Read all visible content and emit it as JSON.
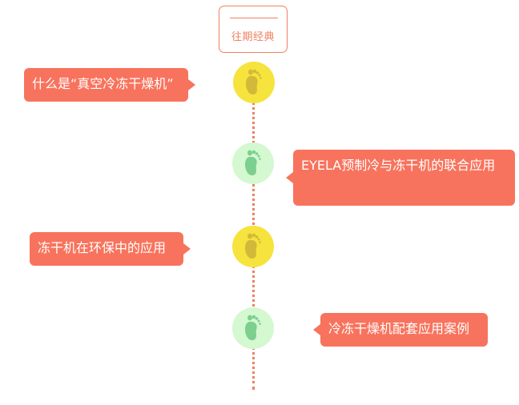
{
  "header": {
    "title": "往期经典"
  },
  "colors": {
    "accent": "#f08060",
    "bubble": "#f8735d",
    "node_yellow": "#f6e33d",
    "node_green": "#d4f8d0",
    "foot_yellow": "#d2b93a",
    "foot_green": "#7ccf8e"
  },
  "items": [
    {
      "label": "什么是“真空冷冻干燥机”",
      "icon": "footprint-icon",
      "node_color": "yellow",
      "side": "left"
    },
    {
      "label": "EYELA预制冷与冻干机的联合应用",
      "icon": "footprint-icon",
      "node_color": "green",
      "side": "right"
    },
    {
      "label": "冻干机在环保中的应用",
      "icon": "footprint-icon",
      "node_color": "yellow",
      "side": "left"
    },
    {
      "label": "冷冻干燥机配套应用案例",
      "icon": "footprint-icon",
      "node_color": "green",
      "side": "right"
    }
  ]
}
